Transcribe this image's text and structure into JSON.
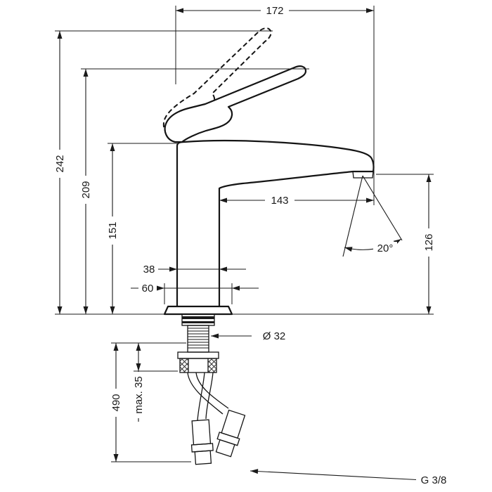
{
  "drawing": {
    "background_color": "#ffffff",
    "line_color": "#1a1a1a",
    "dimensions": {
      "top_width": "172",
      "total_height_open": "242",
      "lever_height": "209",
      "body_height": "151",
      "spout_reach": "143",
      "outlet_height": "126",
      "stream_angle": "20°",
      "body_width": "38",
      "base_width": "60",
      "shank_diameter": "Ø 32",
      "hose_length": "490",
      "max_mounting_thickness": "max. 35",
      "connection_thread": "G 3/8"
    }
  }
}
